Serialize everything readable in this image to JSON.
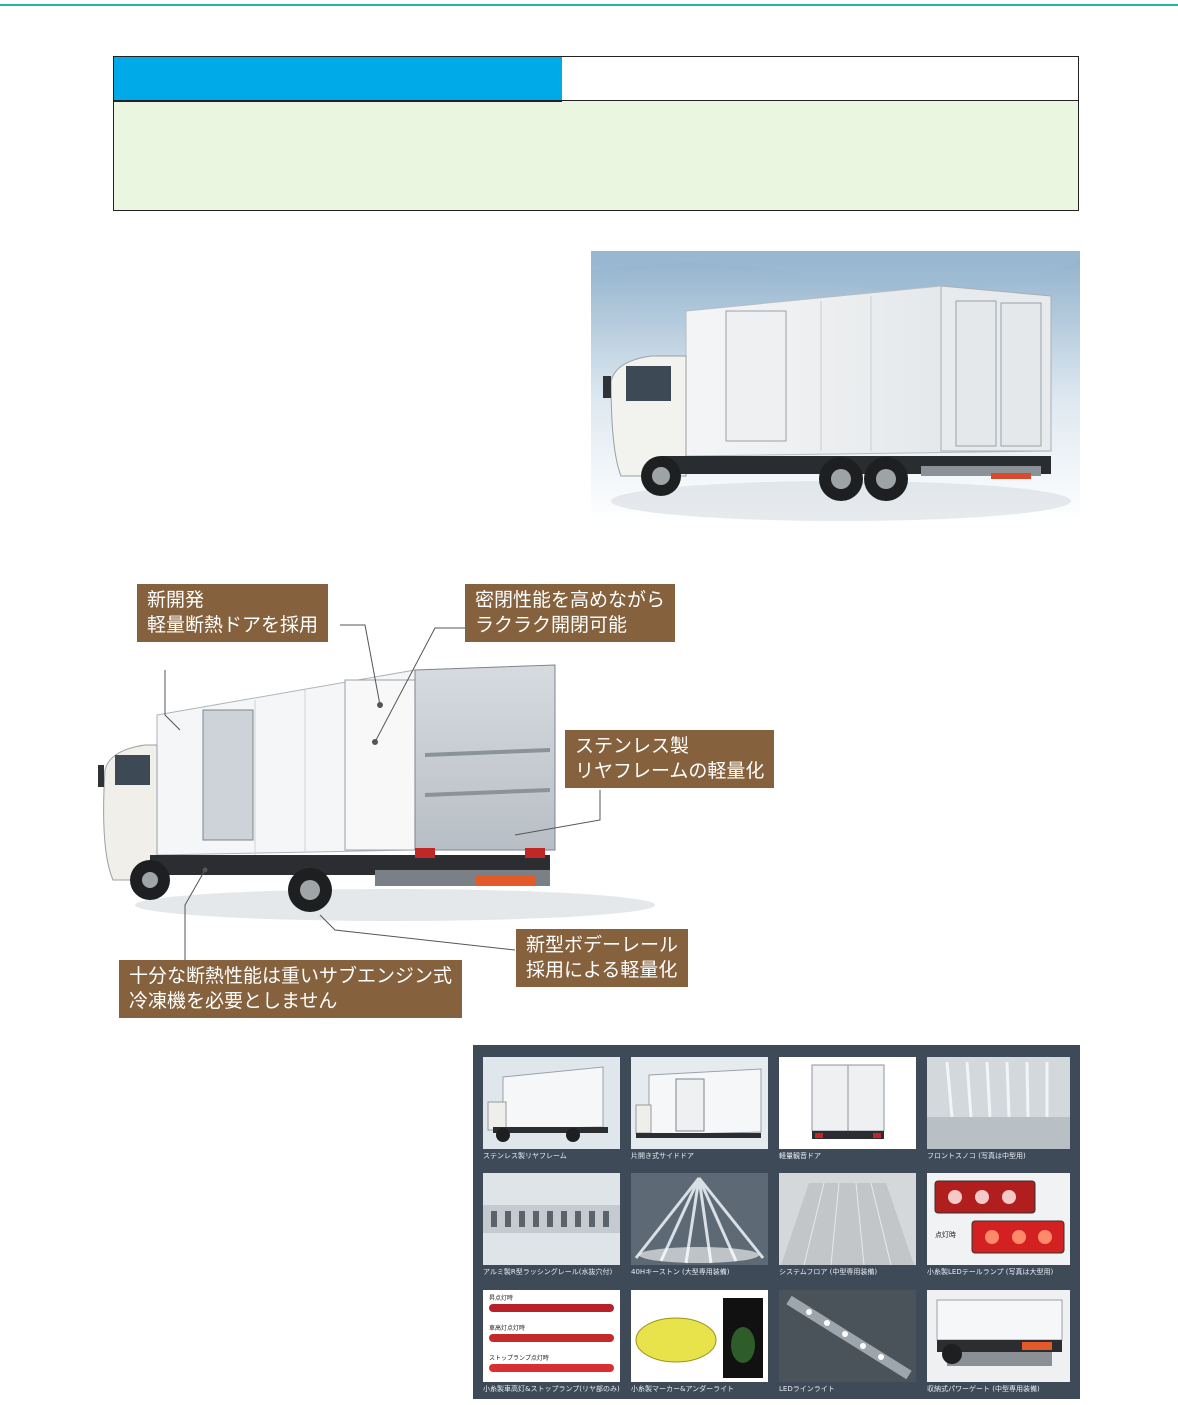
{
  "header": {
    "tab_label": "",
    "title": "",
    "body": ""
  },
  "callouts": [
    {
      "line1": "新開発",
      "line2": "軽量断熱ドアを採用"
    },
    {
      "line1": "密閉性能を高めながら",
      "line2": "ラクラク開閉可能"
    },
    {
      "line1": "ステンレス製",
      "line2": "リヤフレームの軽量化"
    },
    {
      "line1": "新型ボデーレール",
      "line2": "採用による軽量化"
    },
    {
      "line1": "十分な断熱性能は重いサブエンジン式",
      "line2": "冷凍機を必要としません"
    }
  ],
  "gallery": {
    "items": [
      {
        "caption": "ステンレス製リヤフレーム"
      },
      {
        "caption": "片開き式サイドドア"
      },
      {
        "caption": "軽量観音ドア"
      },
      {
        "caption": "フロントスノコ (写真は中型用)"
      },
      {
        "caption": "アルミ製R型ラッシングレール(水抜穴付)"
      },
      {
        "caption": "40Hキーストン (大型専用装備)"
      },
      {
        "caption": "システムフロア (中型専用装備)"
      },
      {
        "caption": "小糸製LEDテールランプ (写真は大型用)"
      },
      {
        "caption": "小糸製車高灯&ストップランプ(リヤ部のみ)"
      },
      {
        "caption": "小糸製マーカー&アンダーライト"
      },
      {
        "caption": "LEDラインライト"
      },
      {
        "caption": "収納式パワーゲート (中型専用装備)"
      }
    ],
    "inset_labels": {
      "lamp_on": "点灯時",
      "rail_a": "昇点灯時",
      "rail_b": "車高灯点灯時",
      "rail_c": "ストップランプ点灯時"
    }
  }
}
